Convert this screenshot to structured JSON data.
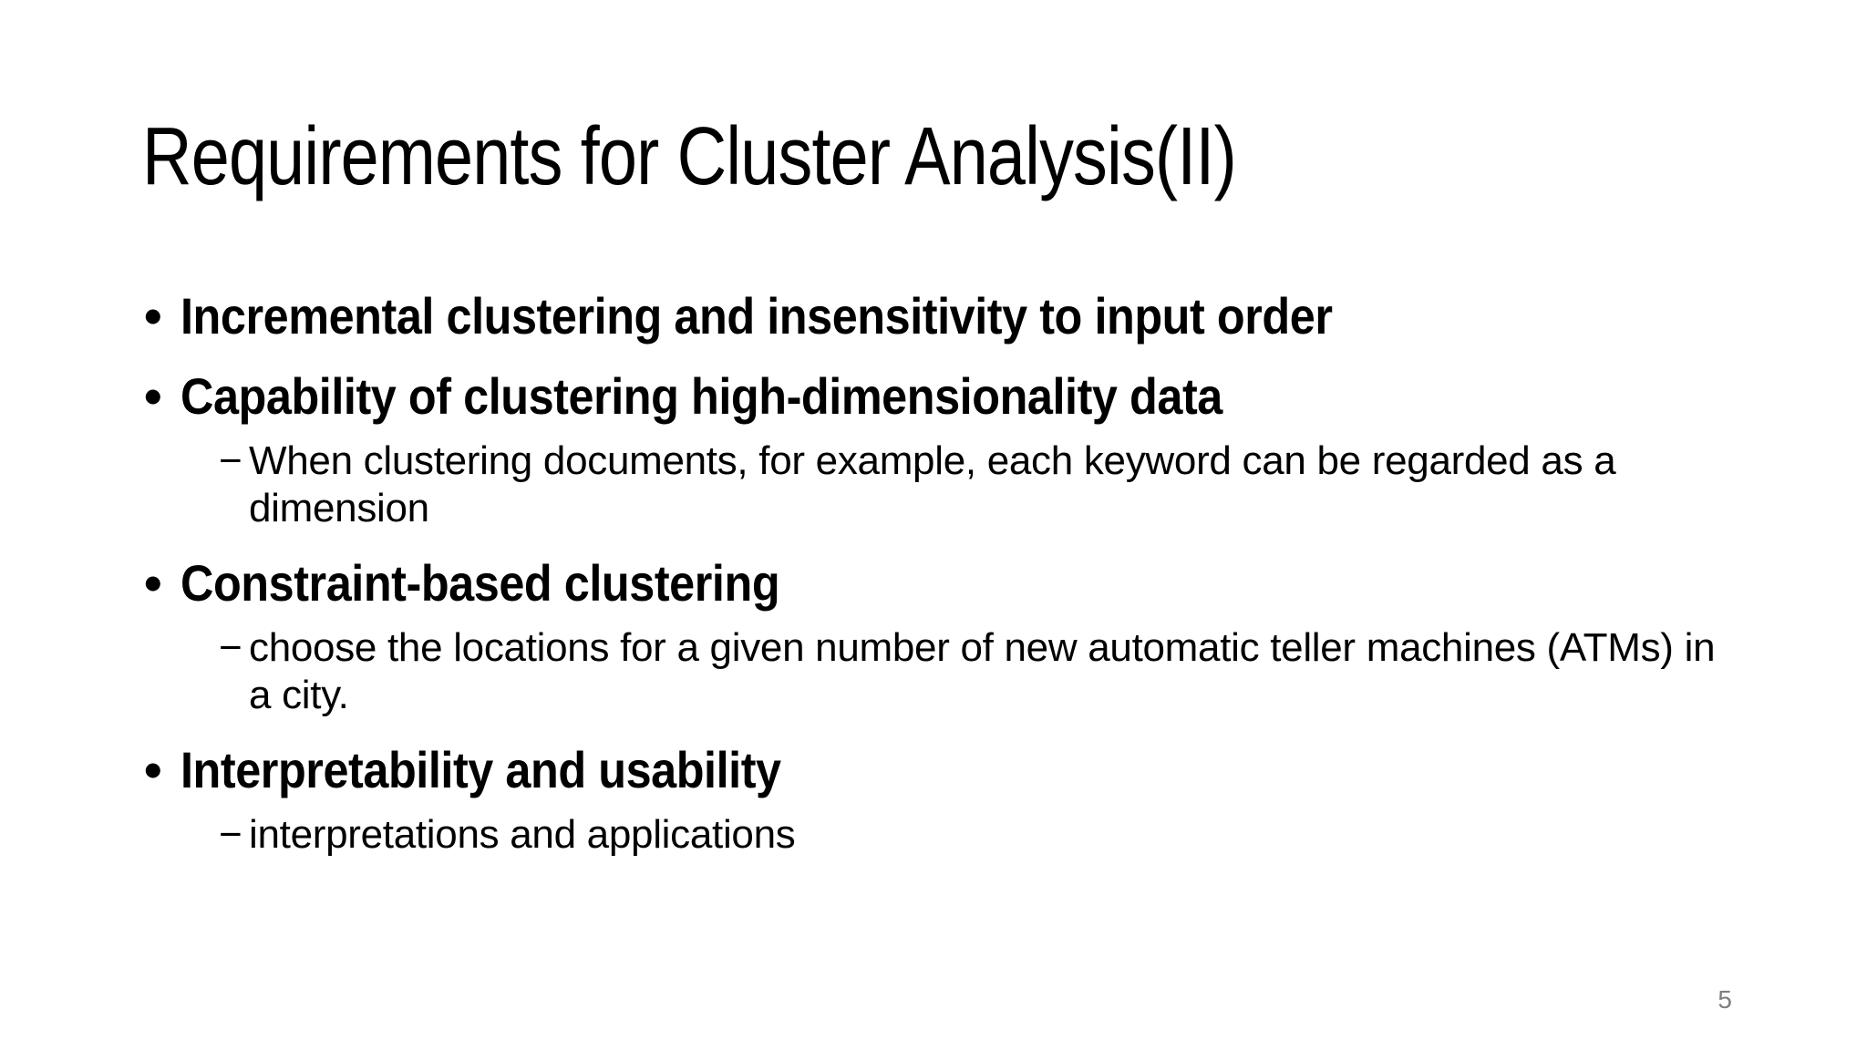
{
  "slide": {
    "title": "Requirements for Cluster Analysis(II)",
    "page_number": "5",
    "bullet_glyph": "•",
    "sub_bullet_glyph": "−",
    "colors": {
      "background": "#ffffff",
      "text": "#000000",
      "page_number": "#7f7f7f"
    },
    "bullets": [
      {
        "label": "Incremental clustering and insensitivity to input order"
      },
      {
        "label": "Capability of clustering high-dimensionality data",
        "subs": [
          "When clustering documents, for example, each keyword can be regarded as a dimension"
        ]
      },
      {
        "label": "Constraint-based clustering",
        "subs": [
          "choose the locations for a given number of new automatic teller machines (ATMs) in a city."
        ]
      },
      {
        "label": "Interpretability and usability",
        "subs": [
          "interpretations and applications"
        ]
      }
    ]
  }
}
